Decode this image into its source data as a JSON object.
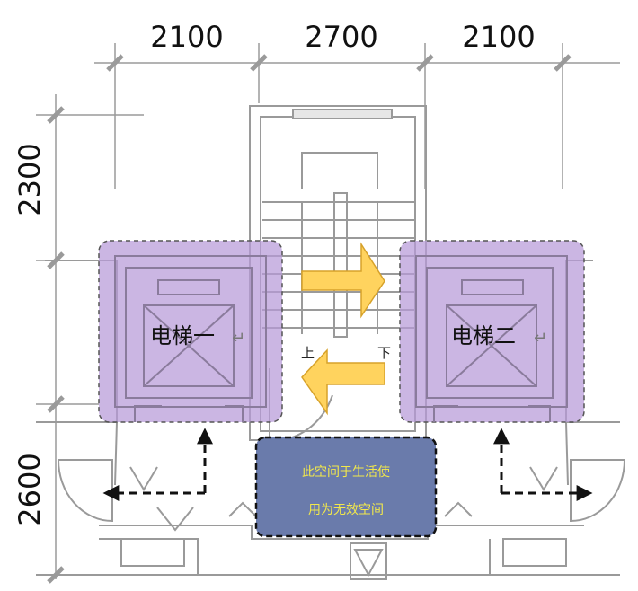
{
  "dimensions": {
    "top": [
      "2100",
      "2700",
      "2100"
    ],
    "left": [
      "2300",
      "2600"
    ]
  },
  "elevators": {
    "one": "电梯一",
    "two": "电梯二",
    "return_mark": "↵"
  },
  "stair_marks": {
    "up": "上",
    "down": "下"
  },
  "note": {
    "line1": "此空间于生活使",
    "line2": "用为无效空间"
  },
  "colors": {
    "elevator_zone": "#b79ad8",
    "note_box": "#6a7bab",
    "note_text": "#f2e84b",
    "arrow_fill": "#ffd35e",
    "arrow_stroke": "#d7a22a",
    "wall_line": "#9a9a9a"
  },
  "icons": [
    "right-block-arrow-icon",
    "left-block-arrow-icon",
    "dashed-route-arrow-icon"
  ]
}
